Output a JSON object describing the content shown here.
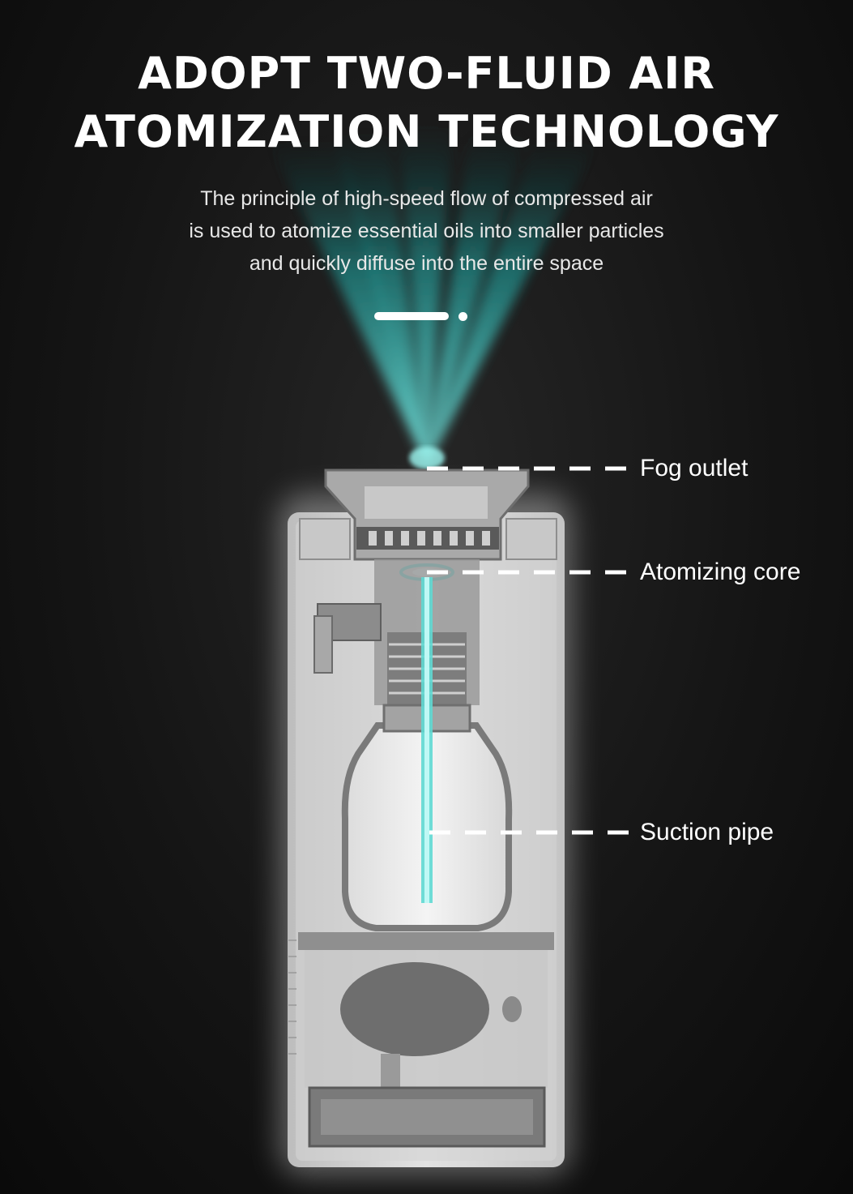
{
  "heading": {
    "line1": "ADOPT TWO-FLUID AIR",
    "line2": "ATOMIZATION TECHNOLOGY"
  },
  "description": {
    "line1": "The principle of high-speed flow of compressed air",
    "line2": "is used to atomize essential oils into smaller particles",
    "line3": "and quickly diffuse into the entire space"
  },
  "callouts": {
    "fog_outlet": "Fog outlet",
    "atomizing_core": "Atomizing core",
    "suction_pipe": "Suction pipe"
  },
  "carousel": {
    "active_slide": 1,
    "slide_count": 2
  },
  "colors": {
    "background": "#141414",
    "accent_mist": "#2ad4cf",
    "text": "#ffffff"
  }
}
